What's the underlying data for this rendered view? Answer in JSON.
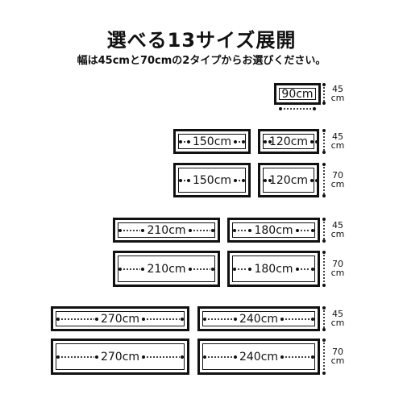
{
  "header": {
    "title": "選べる13サイズ展開",
    "subtitle": "幅は45cmと70cmの2タイプからお選びください。"
  },
  "mats": [
    {
      "width_label": "90cm",
      "height_label": "45cm",
      "width_cm": 90,
      "height_cm": 45
    },
    {
      "width_label": "150cm",
      "height_label": "45cm",
      "width_cm": 150,
      "height_cm": 45
    },
    {
      "width_label": "120cm",
      "height_label": "45cm",
      "width_cm": 120,
      "height_cm": 45
    },
    {
      "width_label": "150cm",
      "height_label": "70cm",
      "width_cm": 150,
      "height_cm": 70
    },
    {
      "width_label": "120cm",
      "height_label": "70cm",
      "width_cm": 120,
      "height_cm": 70
    },
    {
      "width_label": "210cm",
      "height_label": "45cm",
      "width_cm": 210,
      "height_cm": 45
    },
    {
      "width_label": "180cm",
      "height_label": "45cm",
      "width_cm": 180,
      "height_cm": 45
    },
    {
      "width_label": "210cm",
      "height_label": "70cm",
      "width_cm": 210,
      "height_cm": 70
    },
    {
      "width_label": "180cm",
      "height_label": "70cm",
      "width_cm": 180,
      "height_cm": 70
    },
    {
      "width_label": "270cm",
      "height_label": "45cm",
      "width_cm": 270,
      "height_cm": 45
    },
    {
      "width_label": "240cm",
      "height_label": "45cm",
      "width_cm": 240,
      "height_cm": 45
    },
    {
      "width_label": "270cm",
      "height_label": "70cm",
      "width_cm": 270,
      "height_cm": 70
    },
    {
      "width_label": "240cm",
      "height_label": "70cm",
      "width_cm": 240,
      "height_cm": 70
    }
  ],
  "height_labels": [
    {
      "value": "45",
      "unit": "cm"
    },
    {
      "value": "45",
      "unit": "cm"
    },
    {
      "value": "70",
      "unit": "cm"
    },
    {
      "value": "45",
      "unit": "cm"
    },
    {
      "value": "70",
      "unit": "cm"
    },
    {
      "value": "45",
      "unit": "cm"
    },
    {
      "value": "70",
      "unit": "cm"
    }
  ]
}
